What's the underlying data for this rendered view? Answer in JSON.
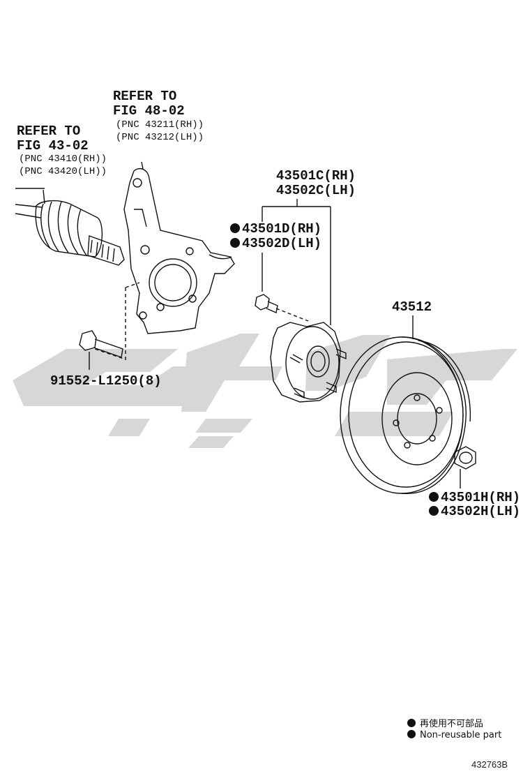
{
  "shaft_ref": {
    "line1": "REFER TO",
    "line2": "FIG 43-02",
    "pnc_rh": "(PNC 43410(RH))",
    "pnc_lh": "(PNC 43420(LH))"
  },
  "knuckle_ref": {
    "line1": "REFER TO",
    "line2": "FIG 48-02",
    "pnc_rh": "(PNC 43211(RH))",
    "pnc_lh": "(PNC 43212(LH))"
  },
  "parts": {
    "bolt": "91552-L1250(8)",
    "hub_rh": "43501C(RH)",
    "hub_lh": "43502C(LH)",
    "hub_bolt_rh": "43501D(RH)",
    "hub_bolt_lh": "43502D(LH)",
    "disc": "43512",
    "nut_rh": "43501H(RH)",
    "nut_lh": "43502H(LH)"
  },
  "legend": {
    "item_cn": "再使用不可部品",
    "item_en": "Non-reusable part"
  },
  "figure_code": "432763B",
  "colors": {
    "line": "#111111",
    "watermark": "#d7d7d7"
  }
}
